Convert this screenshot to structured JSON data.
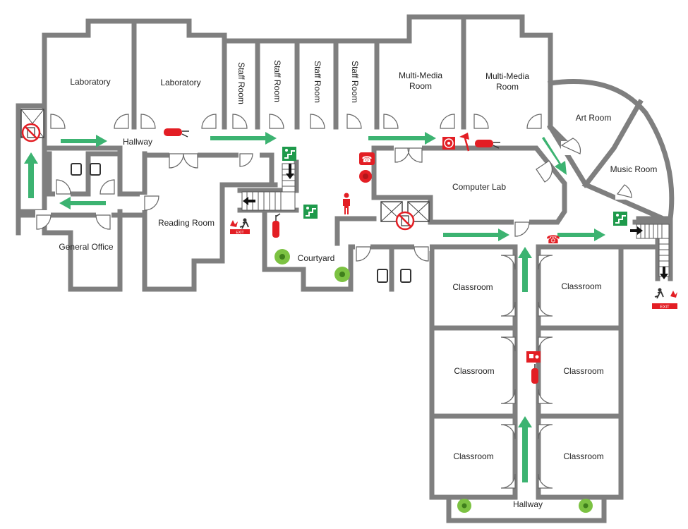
{
  "rooms": {
    "laboratory_1": "Laboratory",
    "laboratory_2": "Laboratory",
    "staff_room_1": "Staff Room",
    "staff_room_2": "Staff Room",
    "staff_room_3": "Staff Room",
    "staff_room_4": "Staff Room",
    "multimedia_1_line1": "Multi-Media",
    "multimedia_1_line2": "Room",
    "multimedia_2_line1": "Multi-Media",
    "multimedia_2_line2": "Room",
    "art_room": "Art Room",
    "music_room": "Music Room",
    "hallway_top": "Hallway",
    "computer_lab": "Computer Lab",
    "reading_room": "Reading Room",
    "general_office": "General Office",
    "courtyard": "Courtyard",
    "classroom_1": "Classroom",
    "classroom_2": "Classroom",
    "classroom_3": "Classroom",
    "classroom_4": "Classroom",
    "classroom_5": "Classroom",
    "classroom_6": "Classroom",
    "hallway_bottom": "Hallway"
  },
  "symbols": {
    "exit_tag": "EXIT",
    "phone_glyph": "☎"
  },
  "colors": {
    "wall": "#7f7f7f",
    "arrow": "#3cb371",
    "safety_red": "#e31e24",
    "exit_green": "#1e9a4b",
    "plant_green": "#7cc242"
  },
  "icons": [
    "evacuation-arrow-icon",
    "fire-extinguisher-icon",
    "fire-hose-reel-icon",
    "fire-axe-icon",
    "emergency-phone-icon",
    "fire-alarm-bell-icon",
    "assembly-person-icon",
    "no-elevator-in-fire-icon",
    "emergency-exit-stairs-icon",
    "exit-running-man-icon",
    "fire-alarm-call-point-icon",
    "plant-icon",
    "restroom-toilet-icon"
  ]
}
